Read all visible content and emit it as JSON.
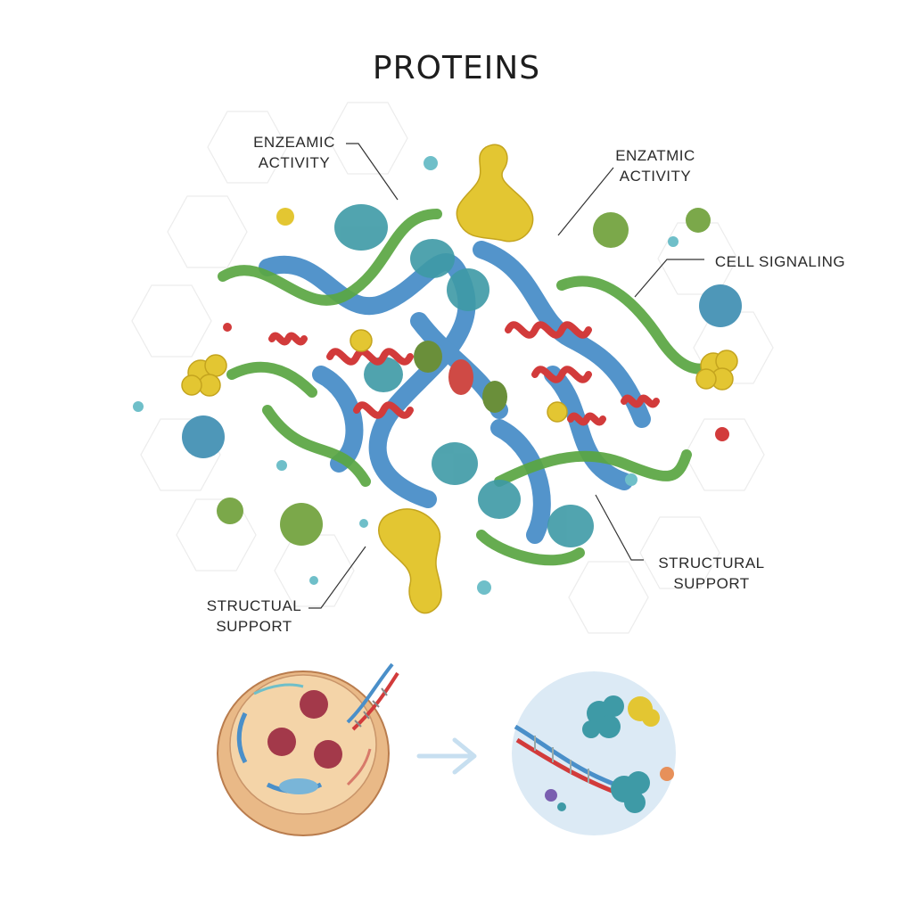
{
  "title": "PROTEINS",
  "labels": {
    "enzeamic": {
      "line1": "ENZEAMIC",
      "line2": "ACTIVITY"
    },
    "enzatmic": {
      "line1": "ENZATMIC",
      "line2": "ACTIVITY"
    },
    "cell_signaling": {
      "line1": "CELL SIGNALING"
    },
    "structural_left": {
      "line1": "STRUCTUAL",
      "line2": "SUPPORT"
    },
    "structural_right": {
      "line1": "STRUCTURAL",
      "line2": "SUPPORT"
    }
  },
  "colors": {
    "blue_chain": "#4a8fc9",
    "teal_globule": "#3e9aa6",
    "green_ribbon": "#5aa642",
    "red_helix": "#d23b3b",
    "yellow_molecule": "#e3c632",
    "cell_membrane": "#e9b987",
    "cell_inner": "#f4d4a8",
    "magnify_bg": "#dceaf5",
    "arrow": "#c7dff0"
  }
}
